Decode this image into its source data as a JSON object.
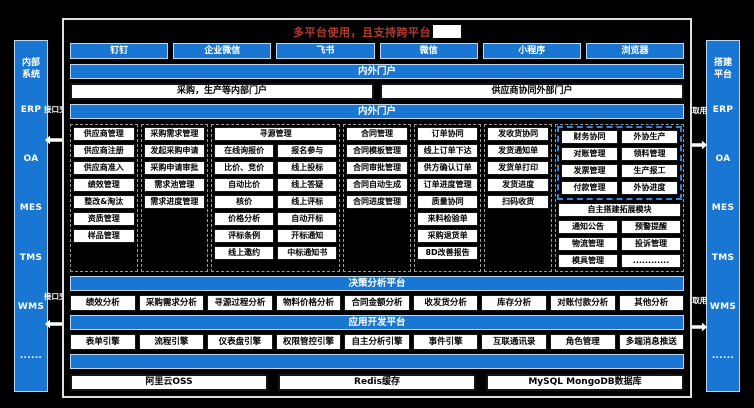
{
  "title": {
    "text": "多平台使用，且支持跨平台"
  },
  "apps": [
    "钉钉",
    "企业微信",
    "飞书",
    "微信",
    "小程序",
    "浏览器"
  ],
  "portal": {
    "top_bar": "内外门户",
    "items": [
      "采购，生产等内部门户",
      "供应商协同外部门户"
    ],
    "inner_bar": "内外门户"
  },
  "business": {
    "columns": [
      {
        "header": "供应商管理",
        "items": [
          "供应商注册",
          "供应商准入",
          "绩效管理",
          "整改&淘汰",
          "资质管理",
          "样品管理"
        ]
      },
      {
        "header": "采购需求管理",
        "items": [
          "发起采购申请",
          "采购申请审批",
          "需求池管理",
          "需求进度管理"
        ]
      },
      {
        "header": "寻源管理",
        "span": 2,
        "sub": [
          [
            "在线询报价",
            "比价、竞价",
            "自动比价",
            "核价",
            "价格分析",
            "评标条例",
            "线上邀约"
          ],
          [
            "报名参与",
            "线上投标",
            "线上答疑",
            "线上评标",
            "自动开标",
            "开标通知",
            "中标通知书"
          ]
        ]
      },
      {
        "header": "合同管理",
        "items": [
          "合同模板管理",
          "合同审批管理",
          "合同自动生成",
          "合同进度管理"
        ]
      },
      {
        "header": "订单协同",
        "items": [
          "线上订单下达",
          "供方确认订单",
          "订单进度管理",
          "质量协同",
          "来料检验单",
          "采购退货单",
          "8D改善报告"
        ]
      },
      {
        "header": "发收货协同",
        "items": [
          "发货通知单",
          "发货单打印",
          "发货进度",
          "扫码收货"
        ]
      }
    ],
    "finance": {
      "headers": [
        "财务协同",
        "外协生产"
      ],
      "columns": [
        [
          "对账管理",
          "发票管理",
          "付款管理"
        ],
        [
          "领料管理",
          "生产报工",
          "外协进度"
        ]
      ]
    },
    "extension": {
      "span_item": "自主搭建拓展模块",
      "columns": [
        [
          "通知公告",
          "物流管理",
          "模具管理"
        ],
        [
          "预警提醒",
          "投诉管理",
          "............"
        ]
      ]
    }
  },
  "decision": {
    "title": "决策分析平台",
    "items": [
      "绩效分析",
      "采购需求分析",
      "寻源过程分析",
      "物料价格分析",
      "合同金额分析",
      "收发货分析",
      "库存分析",
      "对账付款分析",
      "其他分析"
    ]
  },
  "appdev": {
    "title": "应用开发平台",
    "items": [
      "表单引擎",
      "流程引擎",
      "仪表盘引擎",
      "权限管控引擎",
      "自主分析引擎",
      "事件引擎",
      "互联通讯录",
      "角色管理",
      "多端消息推送"
    ]
  },
  "infra": [
    "阿里云OSS",
    "Redis缓存",
    "MySQL MongoDB数据库"
  ],
  "left_sidebar": {
    "title": "内部系统",
    "items": [
      "ERP",
      "OA",
      "MES",
      "TMS",
      "WMS",
      "......"
    ]
  },
  "right_sidebar": {
    "title": "搭建平台",
    "items": [
      "ERP",
      "OA",
      "MES",
      "TMS",
      "WMS",
      "......"
    ]
  },
  "connectors": {
    "left_label": "接口交互",
    "right_label": "随取用"
  },
  "colors": {
    "accent": "#1976d2",
    "title_red": "#b03a2e",
    "finance_dash": "#2e86de",
    "background": "#000000"
  }
}
